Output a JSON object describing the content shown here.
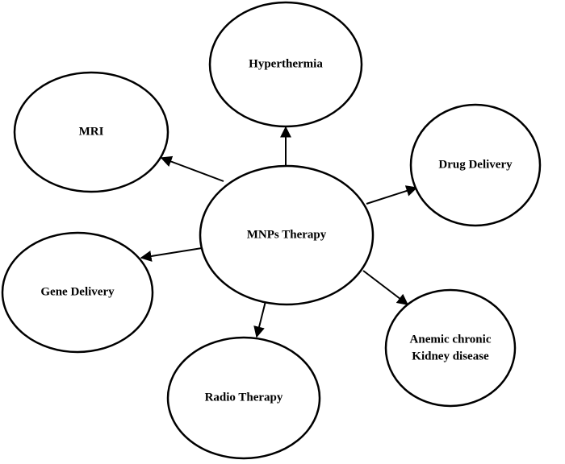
{
  "diagram": {
    "center": {
      "label": "MNPs Therapy"
    },
    "nodes": [
      {
        "id": "hyperthermia",
        "label_lines": [
          "Hyperthermia"
        ]
      },
      {
        "id": "mri",
        "label_lines": [
          "MRI"
        ]
      },
      {
        "id": "drug-delivery",
        "label_lines": [
          "Drug Delivery"
        ]
      },
      {
        "id": "gene-delivery",
        "label_lines": [
          "Gene Delivery"
        ]
      },
      {
        "id": "radio-therapy",
        "label_lines": [
          "Radio Therapy"
        ]
      },
      {
        "id": "anemic-ckd",
        "label_lines": [
          "Anemic chronic",
          "Kidney disease"
        ]
      }
    ],
    "edges": [
      {
        "from": "center",
        "to": "hyperthermia"
      },
      {
        "from": "center",
        "to": "mri"
      },
      {
        "from": "center",
        "to": "drug-delivery"
      },
      {
        "from": "center",
        "to": "gene-delivery"
      },
      {
        "from": "center",
        "to": "radio-therapy"
      },
      {
        "from": "center",
        "to": "anemic-ckd"
      }
    ]
  }
}
